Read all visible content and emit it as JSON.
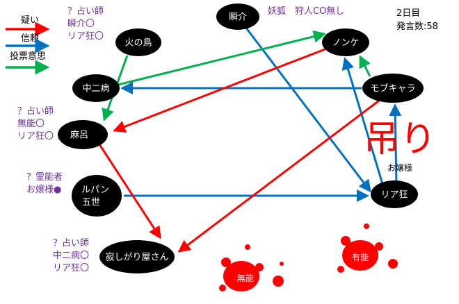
{
  "legend": {
    "doubt": {
      "label": "疑い",
      "color": "#ff0000"
    },
    "trust": {
      "label": "信頼",
      "color": "#0070c0"
    },
    "vote": {
      "label": "投票意思",
      "color": "#00b050"
    }
  },
  "info": {
    "day": "2日目",
    "posts": "発言数:58"
  },
  "nodes": {
    "hinotori": "火の鳥",
    "shunsuke": "瞬介",
    "nonke": "ノンケ",
    "chuunibyou": "中二病",
    "mobukyara": "モブキャラ",
    "maro": "麻呂",
    "lupin_1": "ルパン",
    "lupin_2": "五世",
    "riakyou": "リア狂",
    "sabishigariya": "寂しがり屋さん"
  },
  "notes": {
    "hinotori": [
      "？占い師",
      "瞬介〇",
      "リア狂〇"
    ],
    "shunsuke": "妖狐　狩人CO無し",
    "maro": [
      "？占い師",
      "無能〇",
      "リア狂〇"
    ],
    "lupin": [
      "？霊能者",
      "お嬢様●"
    ],
    "sabishigariya": [
      "？占い師",
      "中二病〇",
      "リア狂〇"
    ]
  },
  "hanged": {
    "label": "吊り",
    "name": "お嬢様"
  },
  "dead": {
    "munou": "無能",
    "yuunou": "有能"
  }
}
